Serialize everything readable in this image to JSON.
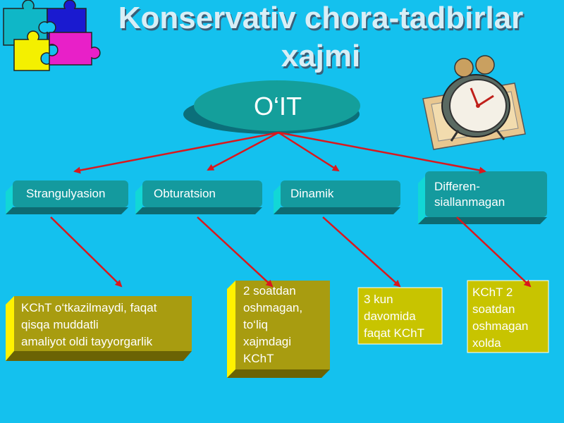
{
  "title": {
    "line1": "Konservativ chora-tadbirlar",
    "line2": "xajmi"
  },
  "root": {
    "label": "O‘IT"
  },
  "categories": [
    {
      "label": "Strangulyasion"
    },
    {
      "label": "Obturatsion"
    },
    {
      "label": "Dinamik"
    },
    {
      "label_line1": "Differen-",
      "label_line2": "siallanmagan"
    }
  ],
  "leaves": [
    {
      "lines": [
        "KChT o‘tkazilmaydi, faqat",
        "qisqa muddatli",
        "amaliyot oldi tayyorgarlik"
      ]
    },
    {
      "lines": [
        "2 soatdan",
        "oshmagan,",
        "to‘liq",
        "xajmdagi",
        "KChT"
      ]
    },
    {
      "lines": [
        "3 kun",
        "davomida",
        "faqat KChT"
      ]
    },
    {
      "lines": [
        "KChT 2",
        "soatdan",
        "oshmagan",
        "xolda"
      ]
    }
  ],
  "colors": {
    "background": "#14c1ee",
    "box_teal": "#139a9e",
    "box_olive": "#a69b0e",
    "box_yellow": "#c7c400",
    "arrow": "#d9181d"
  },
  "icons": [
    "puzzle-icon",
    "alarm-clock-icon"
  ]
}
